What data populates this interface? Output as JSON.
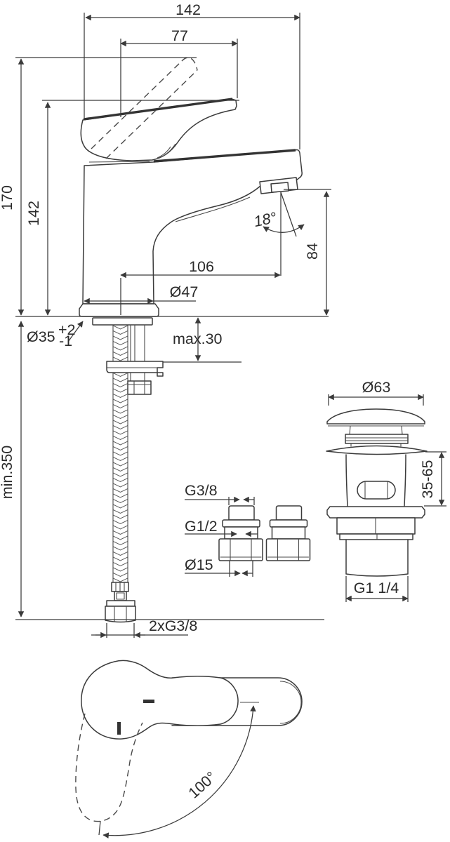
{
  "drawing": {
    "kind": "basin mixer technical drawing",
    "units": "mm",
    "colors": {
      "background": "#ffffff",
      "line": "#3b3b3b",
      "text": "#2b2b2b"
    }
  },
  "dims": {
    "width_overall": "142",
    "lever_width": "77",
    "height_total": "170",
    "height_body": "142",
    "spout_angle": "18°",
    "outlet_height": "84",
    "spout_reach": "106",
    "base_dia": "Ø47",
    "hole_dia": "Ø35",
    "hole_tol_plus": "+2",
    "hole_tol_minus": "-1",
    "deck_max": "max.30",
    "hose_length": "min.350",
    "hose_thread": "2xG3/8",
    "waste_cap_dia": "Ø63",
    "waste_deck_range": "35-65",
    "waste_thread": "G1 1/4",
    "adapter_thread_small": "G3/8",
    "adapter_thread_large": "G1/2",
    "adapter_bore": "Ø15",
    "handle_swing": "100°"
  }
}
